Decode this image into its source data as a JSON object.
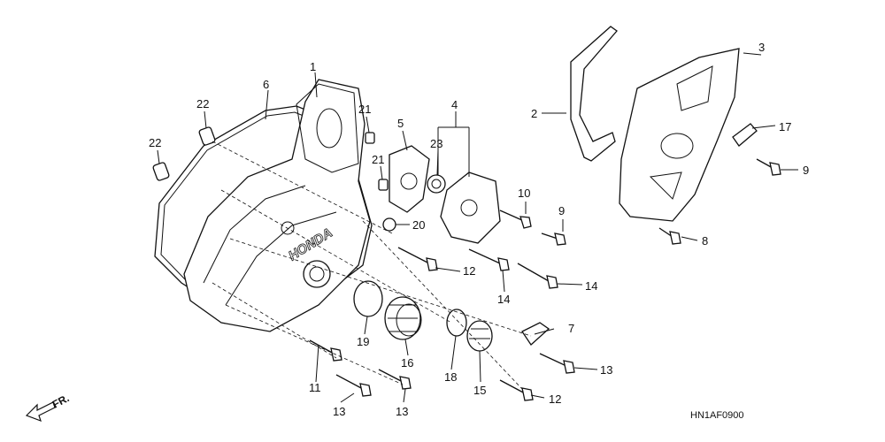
{
  "diagram": {
    "code": "HN1AF0900",
    "direction_label": "FR.",
    "brand": "HONDA",
    "callouts": [
      {
        "id": "c1",
        "text": "1"
      },
      {
        "id": "c2",
        "text": "2"
      },
      {
        "id": "c3",
        "text": "3"
      },
      {
        "id": "c4",
        "text": "4"
      },
      {
        "id": "c5",
        "text": "5"
      },
      {
        "id": "c6",
        "text": "6"
      },
      {
        "id": "c7",
        "text": "7"
      },
      {
        "id": "c8",
        "text": "8"
      },
      {
        "id": "c9a",
        "text": "9"
      },
      {
        "id": "c9b",
        "text": "9"
      },
      {
        "id": "c10",
        "text": "10"
      },
      {
        "id": "c11",
        "text": "11"
      },
      {
        "id": "c12a",
        "text": "12"
      },
      {
        "id": "c12b",
        "text": "12"
      },
      {
        "id": "c13a",
        "text": "13"
      },
      {
        "id": "c13b",
        "text": "13"
      },
      {
        "id": "c13c",
        "text": "13"
      },
      {
        "id": "c14a",
        "text": "14"
      },
      {
        "id": "c14b",
        "text": "14"
      },
      {
        "id": "c15",
        "text": "15"
      },
      {
        "id": "c16",
        "text": "16"
      },
      {
        "id": "c17",
        "text": "17"
      },
      {
        "id": "c18",
        "text": "18"
      },
      {
        "id": "c19",
        "text": "19"
      },
      {
        "id": "c20",
        "text": "20"
      },
      {
        "id": "c21a",
        "text": "21"
      },
      {
        "id": "c21b",
        "text": "21"
      },
      {
        "id": "c22a",
        "text": "22"
      },
      {
        "id": "c22b",
        "text": "22"
      },
      {
        "id": "c23",
        "text": "23"
      }
    ]
  }
}
